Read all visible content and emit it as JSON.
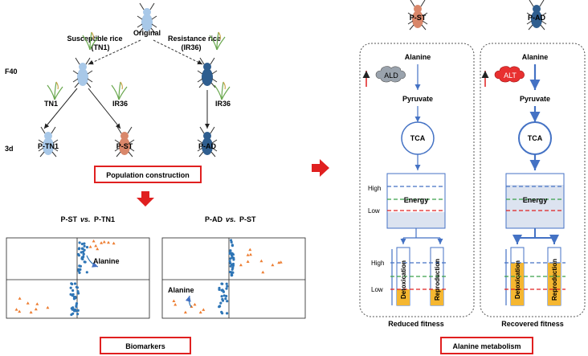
{
  "population": {
    "original_label": "Original",
    "susceptible_label": "Susceptible rice",
    "susceptible_code": "(TN1)",
    "resistance_label": "Resistance rice",
    "resistance_code": "(IR36)",
    "gen_f40": "F40",
    "gen_3d": "3d",
    "branch_tn1": "TN1",
    "branch_ir36_left": "IR36",
    "branch_ir36_right": "IR36",
    "pop_ptn1": "P-TN1",
    "pop_pst": "P-ST",
    "pop_pad": "P-AD",
    "construction_label": "Population construction"
  },
  "biomarkers": {
    "plot1_title_a": "P-ST",
    "plot1_title_vs": "vs.",
    "plot1_title_b": "P-TN1",
    "plot2_title_a": "P-AD",
    "plot2_title_vs": "vs.",
    "plot2_title_b": "P-ST",
    "alanine_label_1": "Alanine",
    "alanine_label_2": "Alanine",
    "label": "Biomarkers"
  },
  "metabolism": {
    "left_pop": "P-ST",
    "right_pop": "P-AD",
    "alanine_left": "Alanine",
    "alanine_right": "Alanine",
    "enzyme_left": "ALD",
    "enzyme_right": "ALT",
    "pyruvate_left": "Pyruvate",
    "pyruvate_right": "Pyruvate",
    "tca_left": "TCA",
    "tca_right": "TCA",
    "high_label": "High",
    "low_label": "Low",
    "energy_left": "Energy",
    "energy_right": "Energy",
    "high_label_2": "High",
    "low_label_2": "Low",
    "detox_left": "Detoxication",
    "repro_left": "Reproduction",
    "detox_right": "Detoxication",
    "repro_right": "Reproduction",
    "fitness_left": "Reduced fitness",
    "fitness_right": "Recovered fitness",
    "label": "Alanine metabolism"
  },
  "colors": {
    "pst_insect": "#d9876a",
    "pad_insect": "#2f5e8f",
    "ptn1_insect": "#a8c8e8",
    "accent_red": "#e02020",
    "flow_blue": "#4472c4",
    "bar_yellow": "#f5b731"
  }
}
